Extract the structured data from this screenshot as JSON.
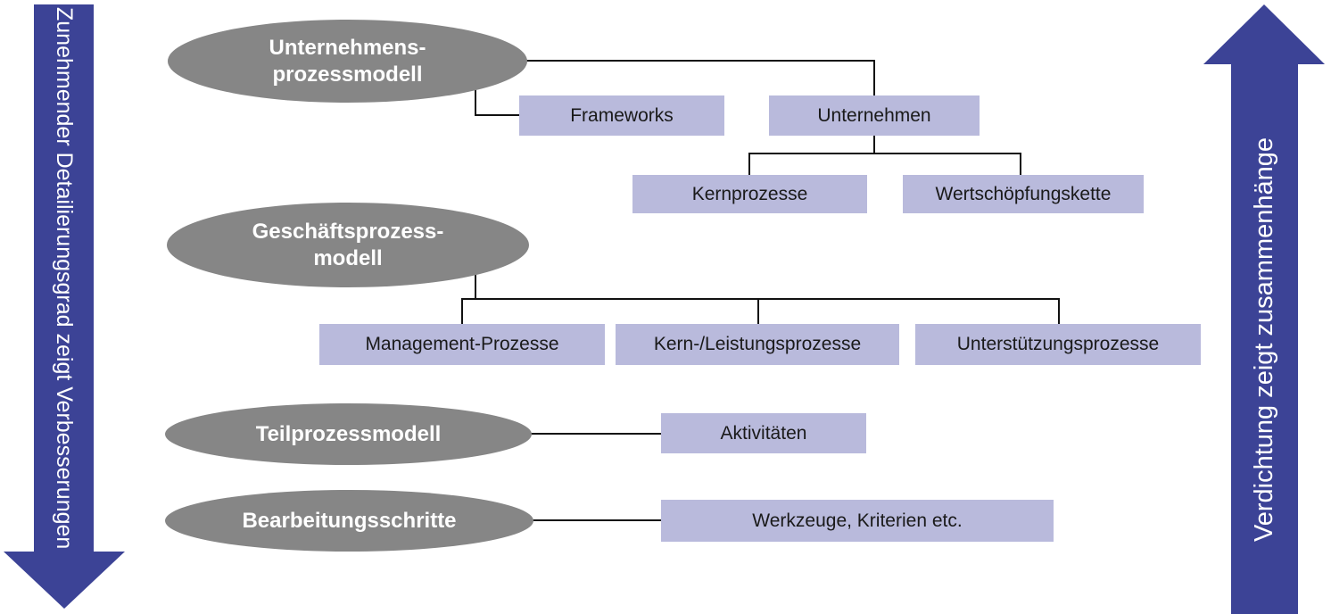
{
  "colors": {
    "arrow_blue": "#3c4396",
    "box_fill": "#b9badc",
    "ellipse_gray": "#868686",
    "connector_black": "#111111",
    "ellipse_text": "#ffffff",
    "box_text": "#1a1a1a"
  },
  "left_arrow": {
    "direction": "down",
    "text": "Zunehmender Detailierungsgrad zeigt Verbesserungen"
  },
  "right_arrow": {
    "direction": "up",
    "text": "Verdichtung zeigt zusammenhänge"
  },
  "ellipses": [
    {
      "id": "unternehmensprozessmodell",
      "label": "Unternehmens-\nprozessmodell"
    },
    {
      "id": "geschaeftsprozessmodell",
      "label": "Geschäftsprozess-\nmodell"
    },
    {
      "id": "teilprozessmodell",
      "label": "Teilprozessmodell"
    },
    {
      "id": "bearbeitungsschritte",
      "label": "Bearbeitungsschritte"
    }
  ],
  "boxes": [
    {
      "id": "frameworks",
      "label": "Frameworks"
    },
    {
      "id": "unternehmen",
      "label": "Unternehmen"
    },
    {
      "id": "kernprozesse",
      "label": "Kernprozesse"
    },
    {
      "id": "wertschoepfungskette",
      "label": "Wertschöpfungskette"
    },
    {
      "id": "management-prozesse",
      "label": "Management-Prozesse"
    },
    {
      "id": "kern-leistungsprozesse",
      "label": "Kern-/Leistungsprozesse"
    },
    {
      "id": "unterstuetzungsprozesse",
      "label": "Unterstützungsprozesse"
    },
    {
      "id": "aktivitaeten",
      "label": "Aktivitäten"
    },
    {
      "id": "werkzeuge-kriterien",
      "label": "Werkzeuge, Kriterien etc."
    }
  ]
}
